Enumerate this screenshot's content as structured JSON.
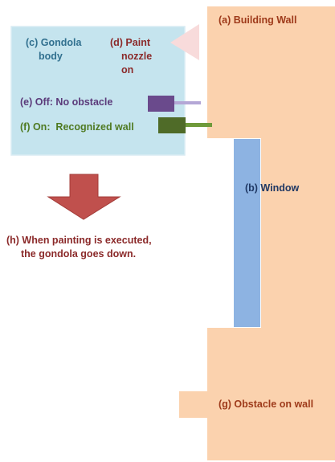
{
  "colors": {
    "wall": "#fbd2ae",
    "window": "#8db3e2",
    "gondola_body": "#c5e4ee",
    "gondola_border": "#d8ecf3",
    "nozzle": "#f8dbdb",
    "sensor_off": "#6a4a8c",
    "sensor_off_beam": "#b4a7d6",
    "sensor_on": "#4f6b28",
    "sensor_on_beam": "#6f9a3a",
    "arrow": "#c0504d",
    "arrow_border": "#a33c39",
    "wall_text": "#9e3a1a",
    "window_text": "#1f3864",
    "body_text": "#31708f",
    "nozzle_text": "#8b2a2a",
    "off_text": "#5b3a7a",
    "on_text": "#4f7a22",
    "note_text": "#8b2a2a",
    "obstacle_text": "#9e3a1a"
  },
  "labels": {
    "building_wall": "(a) Building Wall",
    "window": "(b) Window",
    "gondola_body_line1": "(c) Gondola",
    "gondola_body_line2": "body",
    "paint_nozzle_line1": "(d) Paint",
    "paint_nozzle_line2": "nozzle",
    "paint_nozzle_line3": "on",
    "sensor_off": "(e) Off: No obstacle",
    "sensor_on": "(f) On:  Recognized wall",
    "obstacle": "(g) Obstacle on wall",
    "descend_note_line1": "(h) When painting is executed,",
    "descend_note_line2": "the gondola goes down."
  }
}
